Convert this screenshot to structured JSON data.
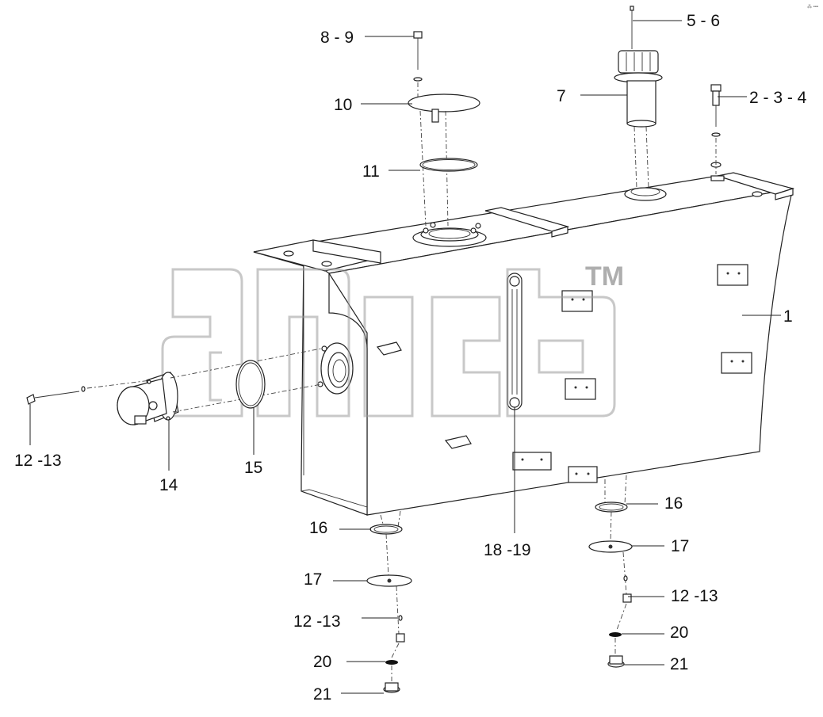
{
  "diagram": {
    "watermark": {
      "mark": "TM"
    },
    "corner_mark": "⁂ ▪▪▪",
    "callouts": {
      "c1": "1",
      "c234": "2 - 3 - 4",
      "c56": "5 - 6",
      "c7": "7",
      "c89": "8 - 9",
      "c10": "10",
      "c11": "11",
      "c1213_left": "12 -13",
      "c14": "14",
      "c15": "15",
      "c16_left": "16",
      "c16_right": "16",
      "c17_left": "17",
      "c17_right": "17",
      "c1213_mid_left": "12 -13",
      "c1213_mid_right": "12 -13",
      "c1819": "18 -19",
      "c20_left": "20",
      "c20_right": "20",
      "c21_left": "21",
      "c21_right": "21"
    }
  }
}
